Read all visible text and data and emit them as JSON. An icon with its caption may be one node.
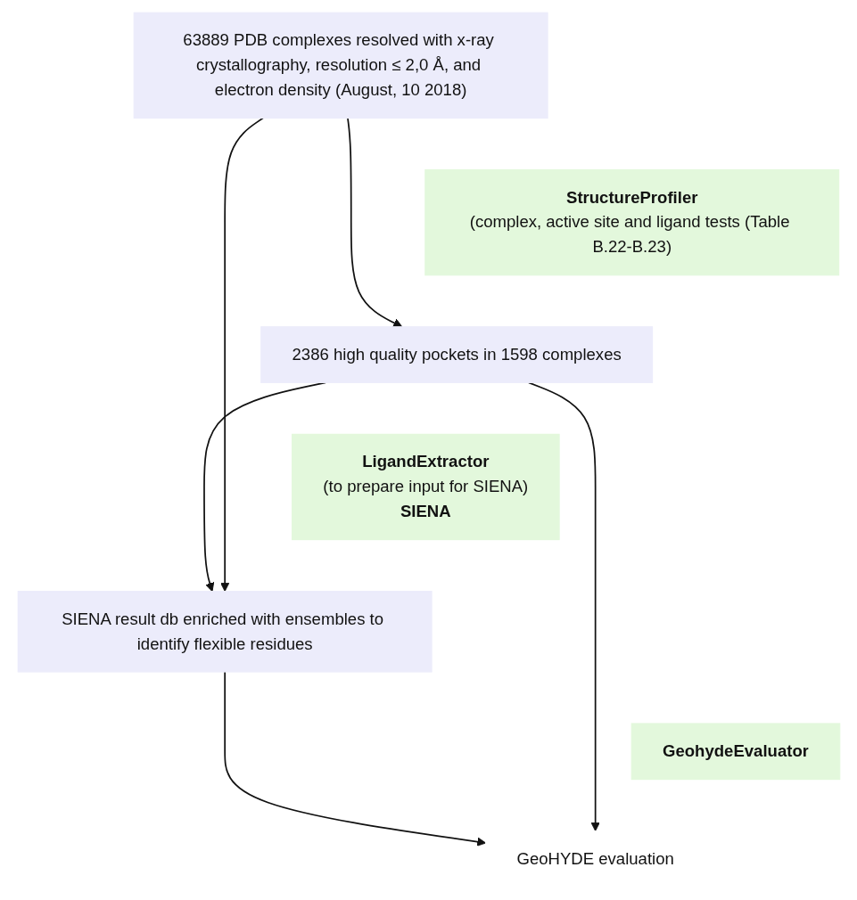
{
  "diagram": {
    "nodes": [
      {
        "text": [
          "63889 PDB complexes resolved with x-ray crystallography, resolution ≤ 2,0 Å, and electron density (August, 10 2018)"
        ]
      },
      {
        "text": [
          "StructureProfiler",
          "(complex, active site and ligand tests (Table B.22-B.23)"
        ]
      },
      {
        "text": [
          "2386 high quality pockets in 1598 complexes"
        ]
      },
      {
        "text": [
          "LigandExtractor",
          "(to prepare input for SIENA)",
          "SIENA"
        ]
      },
      {
        "text": [
          "SIENA result db enriched with ensembles to identify flexible residues"
        ]
      },
      {
        "text": [
          "GeohydeEvaluator"
        ]
      },
      {
        "text": [
          "GeoHYDE evaluation"
        ]
      }
    ],
    "edges": [
      {
        "from": 0,
        "to": 2,
        "arrow": "to"
      },
      {
        "from": 2,
        "to": 4,
        "arrow": "to"
      },
      {
        "from": 4,
        "to": 6,
        "arrow": "to"
      },
      {
        "from": 0,
        "to": 4,
        "arrow": "to"
      },
      {
        "from": 2,
        "to": 6,
        "arrow": "to"
      }
    ]
  }
}
